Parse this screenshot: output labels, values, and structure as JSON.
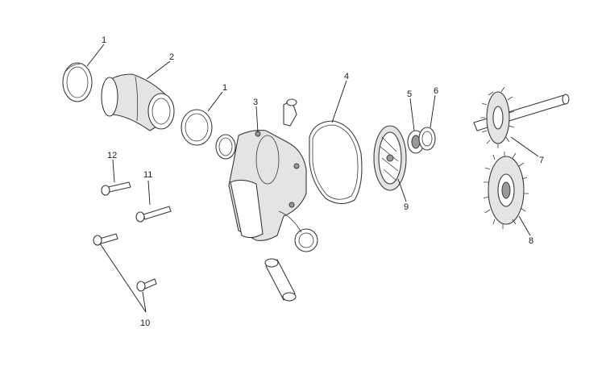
{
  "callouts": [
    "1",
    "2",
    "1",
    "3",
    "4",
    "5",
    "6",
    "7",
    "8",
    "9",
    "10",
    "11",
    "12"
  ]
}
